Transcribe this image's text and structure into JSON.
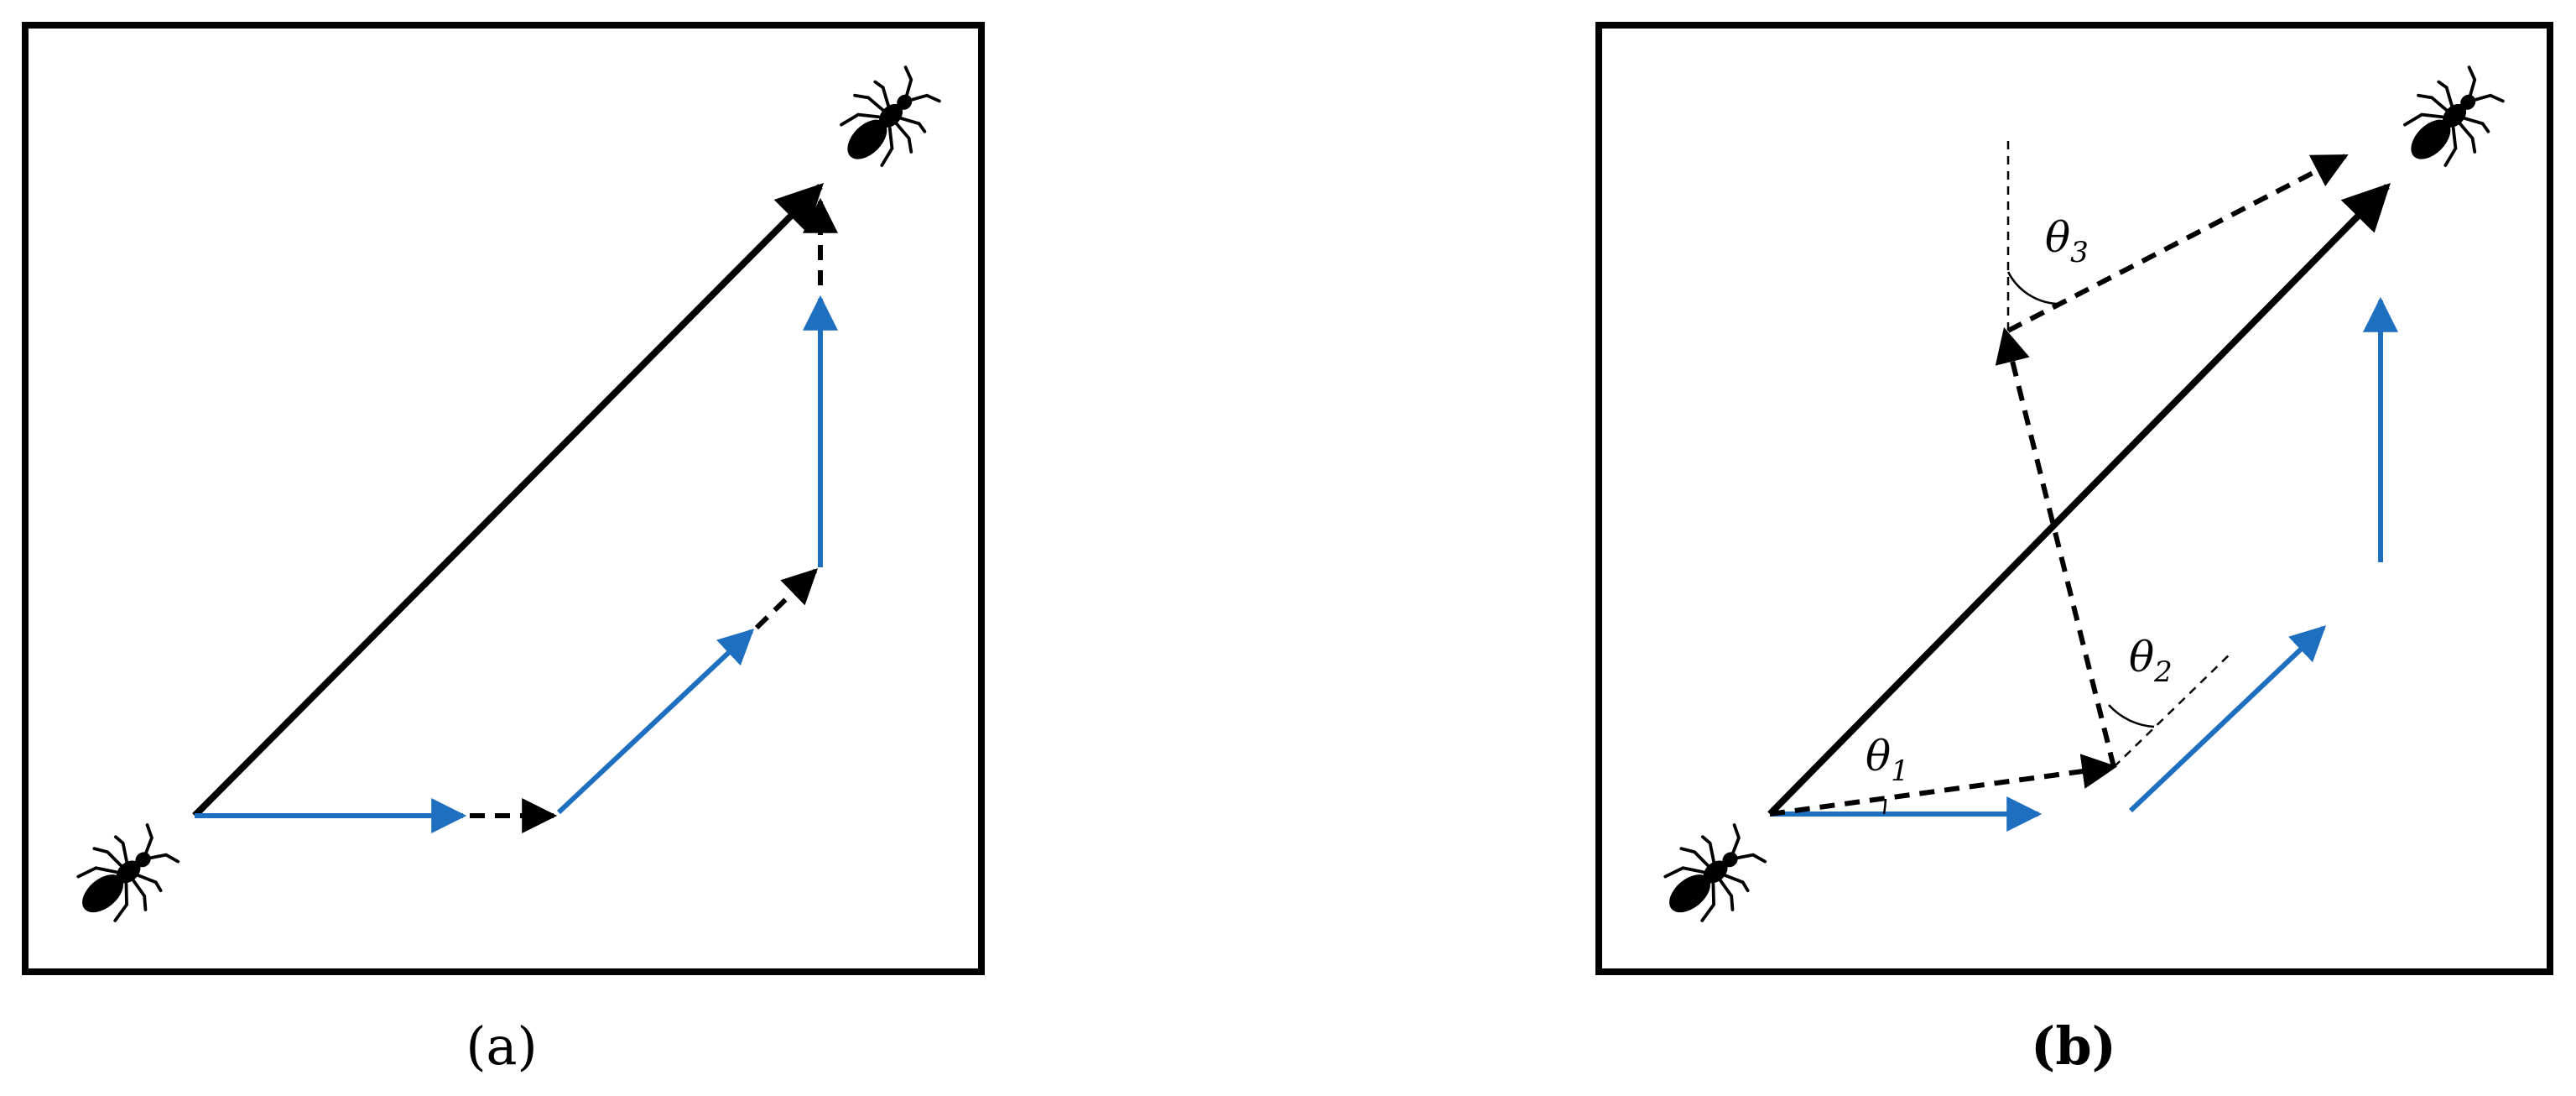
{
  "panels": {
    "a": {
      "label": "(a)"
    },
    "b": {
      "label": "(b)"
    }
  },
  "angles": {
    "theta1": {
      "symbol": "θ",
      "sub": "1"
    },
    "theta2": {
      "symbol": "θ",
      "sub": "2"
    },
    "theta3": {
      "symbol": "θ",
      "sub": "3"
    }
  },
  "colors": {
    "blue": "#1f6fc1",
    "black": "#000000"
  }
}
